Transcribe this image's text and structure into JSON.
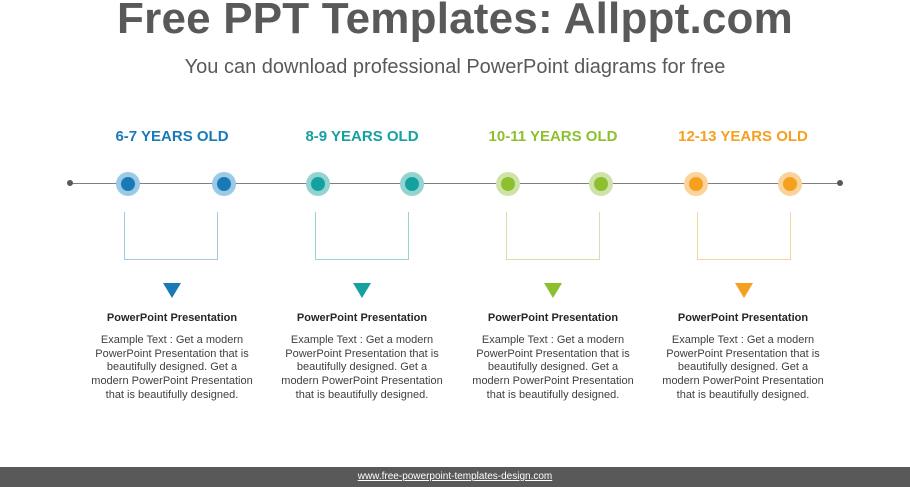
{
  "header": {
    "title": "Free PPT Templates: Allppt.com",
    "subtitle": "You can download professional PowerPoint diagrams for free"
  },
  "stages": [
    {
      "heading": "6-7 YEARS OLD",
      "color": "#1a7ab8",
      "ring_color": "#9cc9e6",
      "card_title": "PowerPoint Presentation",
      "card_text": "Example Text : Get a modern PowerPoint  Presentation that is beautifully designed. Get a modern PowerPoint Presentation that is beautifully designed."
    },
    {
      "heading": "8-9 YEARS OLD",
      "color": "#16a1a1",
      "ring_color": "#93d3d0",
      "card_title": "PowerPoint Presentation",
      "card_text": "Example Text : Get a modern PowerPoint  Presentation that is beautifully designed. Get a modern PowerPoint Presentation that is beautifully designed."
    },
    {
      "heading": "10-11 YEARS OLD",
      "color": "#8dc02f",
      "ring_color": "#cfe3a8",
      "card_title": "PowerPoint Presentation",
      "card_text": "Example Text : Get a modern PowerPoint  Presentation that is beautifully designed. Get a modern PowerPoint Presentation that is beautifully designed."
    },
    {
      "heading": "12-13 YEARS OLD",
      "color": "#f5a01e",
      "ring_color": "#f8d39a",
      "card_title": "PowerPoint Presentation",
      "card_text": "Example Text : Get a modern PowerPoint  Presentation that is beautifully designed. Get a modern PowerPoint Presentation that is beautifully designed."
    }
  ],
  "footer": {
    "link_text": "www.free-powerpoint-templates-design.com"
  }
}
